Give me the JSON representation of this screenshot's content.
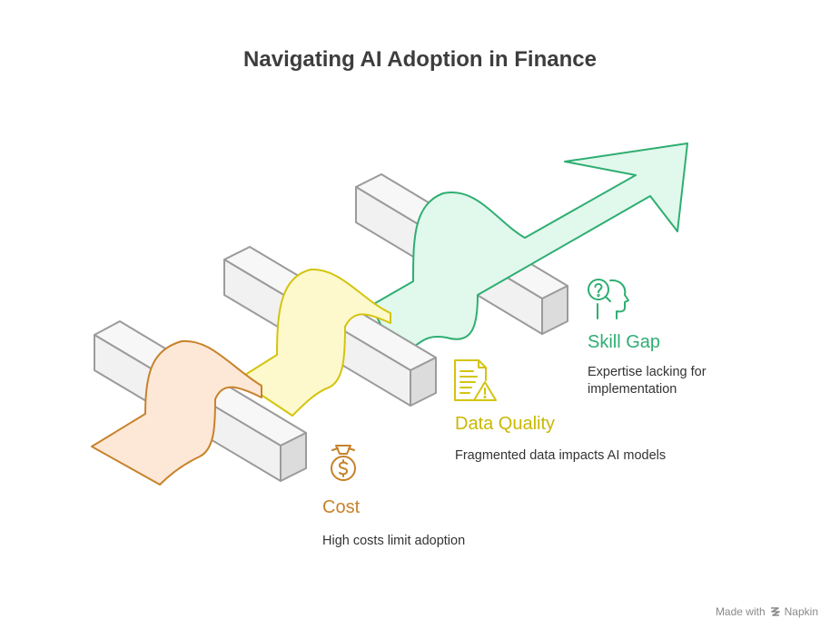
{
  "title": "Navigating AI Adoption in Finance",
  "colors": {
    "cost": "#c8822b",
    "cost_fill": "#fde8d7",
    "data_quality": "#d4c40e",
    "data_quality_fill": "#fdf9cc",
    "skill_gap": "#2fae72",
    "skill_gap_fill": "#e1f8ec",
    "block_fill": "#f3f3f3",
    "block_stroke": "#9b9b9b"
  },
  "items": [
    {
      "title": "Cost",
      "description": "High costs limit adoption",
      "icon": "money-bag-icon"
    },
    {
      "title": "Data Quality",
      "description": "Fragmented data impacts AI models",
      "icon": "document-warning-icon"
    },
    {
      "title": "Skill Gap",
      "description": "Expertise lacking for implementation",
      "icon": "head-question-icon"
    }
  ],
  "footer": {
    "made_with": "Made with",
    "brand": "Napkin"
  }
}
